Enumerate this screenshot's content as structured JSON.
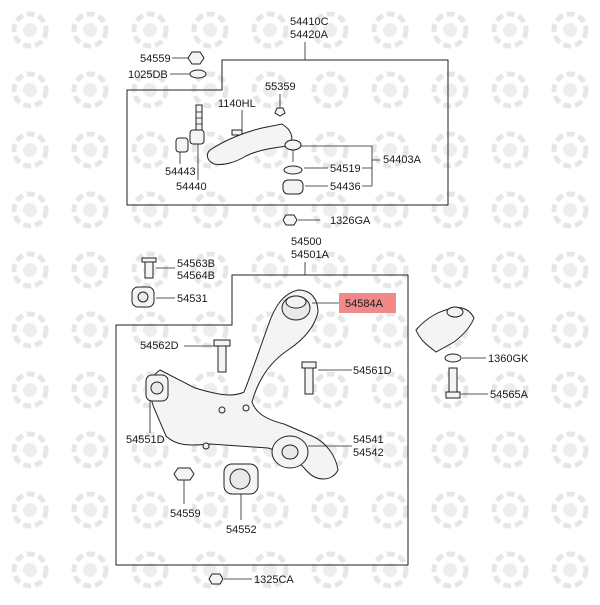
{
  "diagram": {
    "top_group_code_1": "54410C",
    "top_group_code_2": "54420A",
    "lower_group_code_1": "54500",
    "lower_group_code_2": "54501A",
    "highlight_color": "#f08a8a",
    "parts": {
      "p54559_top": "54559",
      "p1025DB": "1025DB",
      "p1140HL": "1140HL",
      "p55359": "55359",
      "p54443": "54443",
      "p54440": "54440",
      "p54519": "54519",
      "p54436": "54436",
      "p54403A": "54403A",
      "p1326GA": "1326GA",
      "p54563B": "54563B",
      "p54564B": "54564B",
      "p54531": "54531",
      "p54584A": "54584A",
      "p54562D": "54562D",
      "p54561D": "54561D",
      "p54551D": "54551D",
      "p54541": "54541",
      "p54542": "54542",
      "p54559_low": "54559",
      "p54552": "54552",
      "p1360GK": "1360GK",
      "p54565A": "54565A",
      "p1325CA": "1325CA"
    }
  }
}
